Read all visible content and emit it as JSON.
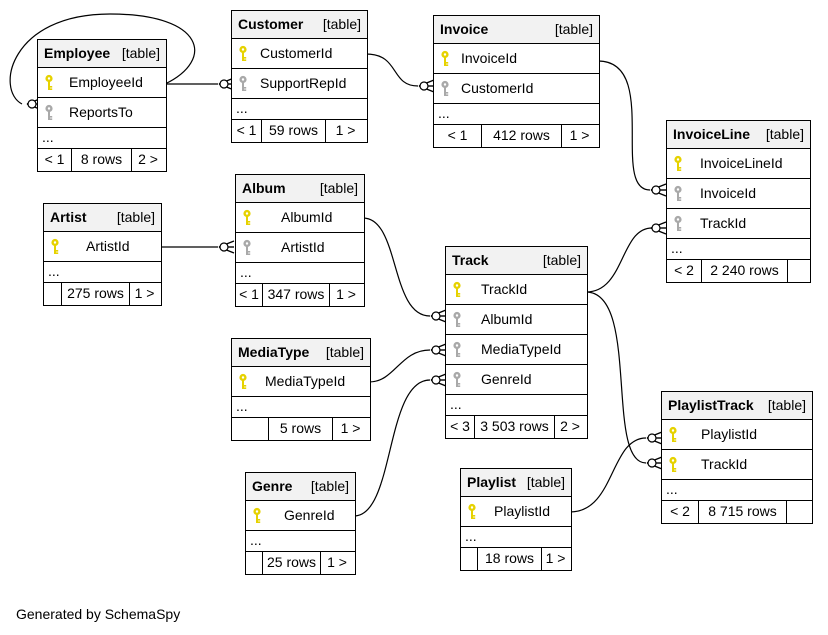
{
  "footer": "Generated by SchemaSpy",
  "type_label": "[table]",
  "ellipsis": "...",
  "colors": {
    "pk_key": "#e6d200",
    "fk_key": "#a9a9a9",
    "header_bg": "#f2f2f2"
  },
  "tables": [
    {
      "id": "Employee",
      "name": "Employee",
      "columns": [
        {
          "name": "EmployeeId",
          "key": "pk"
        },
        {
          "name": "ReportsTo",
          "key": "fk"
        }
      ],
      "footer": [
        "< 1",
        "8 rows",
        "2 >"
      ]
    },
    {
      "id": "Customer",
      "name": "Customer",
      "columns": [
        {
          "name": "CustomerId",
          "key": "pk"
        },
        {
          "name": "SupportRepId",
          "key": "fk"
        }
      ],
      "footer": [
        "< 1",
        "59 rows",
        "1 >"
      ]
    },
    {
      "id": "Invoice",
      "name": "Invoice",
      "columns": [
        {
          "name": "InvoiceId",
          "key": "pk"
        },
        {
          "name": "CustomerId",
          "key": "fk"
        }
      ],
      "footer": [
        "< 1",
        "412 rows",
        "1 >"
      ]
    },
    {
      "id": "InvoiceLine",
      "name": "InvoiceLine",
      "columns": [
        {
          "name": "InvoiceLineId",
          "key": "pk"
        },
        {
          "name": "InvoiceId",
          "key": "fk"
        },
        {
          "name": "TrackId",
          "key": "fk"
        }
      ],
      "footer": [
        "< 2",
        "2 240 rows",
        ""
      ]
    },
    {
      "id": "Artist",
      "name": "Artist",
      "columns": [
        {
          "name": "ArtistId",
          "key": "pk"
        }
      ],
      "footer": [
        "",
        "275 rows",
        "1 >"
      ]
    },
    {
      "id": "Album",
      "name": "Album",
      "columns": [
        {
          "name": "AlbumId",
          "key": "pk"
        },
        {
          "name": "ArtistId",
          "key": "fk"
        }
      ],
      "footer": [
        "< 1",
        "347 rows",
        "1 >"
      ]
    },
    {
      "id": "Track",
      "name": "Track",
      "columns": [
        {
          "name": "TrackId",
          "key": "pk"
        },
        {
          "name": "AlbumId",
          "key": "fk"
        },
        {
          "name": "MediaTypeId",
          "key": "fk"
        },
        {
          "name": "GenreId",
          "key": "fk"
        }
      ],
      "footer": [
        "< 3",
        "3 503 rows",
        "2 >"
      ]
    },
    {
      "id": "MediaType",
      "name": "MediaType",
      "columns": [
        {
          "name": "MediaTypeId",
          "key": "pk"
        }
      ],
      "footer": [
        "",
        "5 rows",
        "1 >"
      ]
    },
    {
      "id": "Genre",
      "name": "Genre",
      "columns": [
        {
          "name": "GenreId",
          "key": "pk"
        }
      ],
      "footer": [
        "",
        "25 rows",
        "1 >"
      ]
    },
    {
      "id": "Playlist",
      "name": "Playlist",
      "columns": [
        {
          "name": "PlaylistId",
          "key": "pk"
        }
      ],
      "footer": [
        "",
        "18 rows",
        "1 >"
      ]
    },
    {
      "id": "PlaylistTrack",
      "name": "PlaylistTrack",
      "columns": [
        {
          "name": "PlaylistId",
          "key": "pk"
        },
        {
          "name": "TrackId",
          "key": "pk"
        }
      ],
      "footer": [
        "< 2",
        "8 715 rows",
        ""
      ]
    }
  ],
  "relationships": [
    {
      "from": "Employee.EmployeeId",
      "to": "Employee.ReportsTo"
    },
    {
      "from": "Employee.EmployeeId",
      "to": "Customer.SupportRepId"
    },
    {
      "from": "Customer.CustomerId",
      "to": "Invoice.CustomerId"
    },
    {
      "from": "Invoice.InvoiceId",
      "to": "InvoiceLine.InvoiceId"
    },
    {
      "from": "Track.TrackId",
      "to": "InvoiceLine.TrackId"
    },
    {
      "from": "Artist.ArtistId",
      "to": "Album.ArtistId"
    },
    {
      "from": "Album.AlbumId",
      "to": "Track.AlbumId"
    },
    {
      "from": "MediaType.MediaTypeId",
      "to": "Track.MediaTypeId"
    },
    {
      "from": "Genre.GenreId",
      "to": "Track.GenreId"
    },
    {
      "from": "Playlist.PlaylistId",
      "to": "PlaylistTrack.PlaylistId"
    },
    {
      "from": "Track.TrackId",
      "to": "PlaylistTrack.TrackId"
    }
  ]
}
